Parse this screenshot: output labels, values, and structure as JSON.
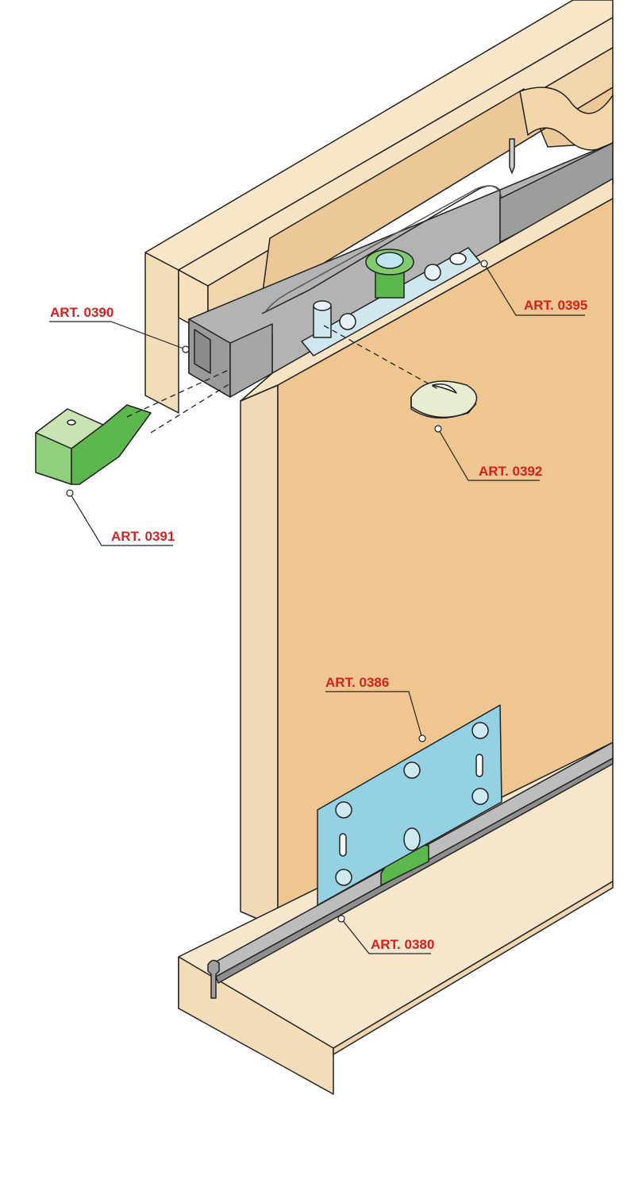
{
  "labels": {
    "art0390": "ART. 0390",
    "art0395": "ART. 0395",
    "art0392": "ART. 0392",
    "art0391": "ART. 0391",
    "art0386": "ART. 0386",
    "art0380": "ART. 0380"
  },
  "colors": {
    "label_red": "#d42020",
    "wood_light": "#f6e3c4",
    "wood_side": "#efd5b0",
    "door_face": "#f0c690",
    "metal_grey": "#a9a9a9",
    "plate_blue": "#94d1e2",
    "part_green": "#5cb84e"
  }
}
